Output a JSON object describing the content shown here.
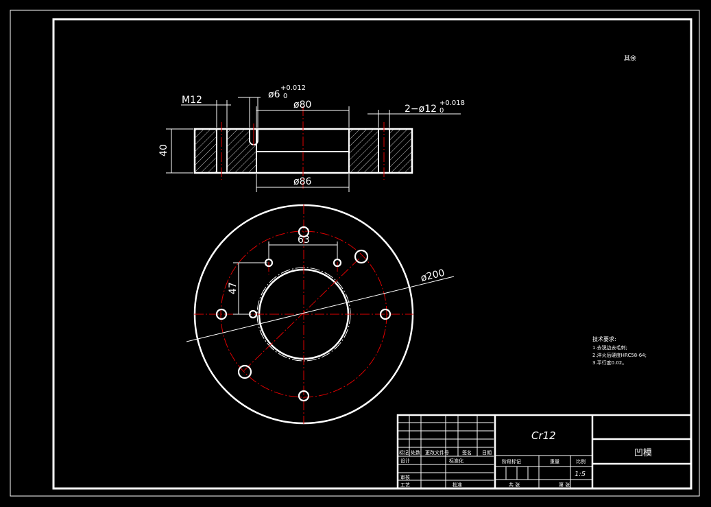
{
  "drawing": {
    "corner_note": "其余",
    "dimensions": {
      "thread": "M12",
      "pin_hole_base": "ø6",
      "pin_hole_upper": "+0.012",
      "pin_hole_lower": "0",
      "bore_top": "ø80",
      "holes_base": "2−ø12",
      "holes_upper": "+0.018",
      "holes_lower": "0",
      "height": "40",
      "bore_bottom": "ø86",
      "spacing_horizontal": "63",
      "spacing_vertical": "47",
      "outer_diameter": "ø200"
    },
    "technical_requirements": {
      "title": "技术要求:",
      "items": [
        "1.去锐边去毛刺;",
        "2.淬火后硬度HRC58-64;",
        "3.平行度0.02。"
      ]
    },
    "title_block": {
      "material": "Cr12",
      "part_name": "凹模",
      "scale": "1:5",
      "rev_headers": [
        "标记",
        "处数",
        "更改文件号",
        "签名",
        "日期"
      ],
      "role_labels": [
        "设计",
        "审核",
        "工艺"
      ],
      "standardization": "标准化",
      "approval": "批准",
      "stage_label": "阶段标记",
      "weight_label": "重量",
      "scale_label": "比例",
      "sheet_label": "共  张",
      "sheet_of": "第  张"
    }
  }
}
